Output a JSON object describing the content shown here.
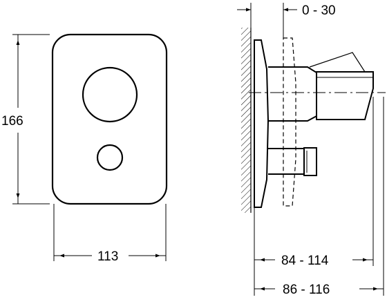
{
  "front_view": {
    "height_label": "166",
    "width_label": "113"
  },
  "side_view": {
    "offset_label": "0 - 30",
    "depth_label_1": "84 - 114",
    "depth_label_2": "86 - 116"
  }
}
